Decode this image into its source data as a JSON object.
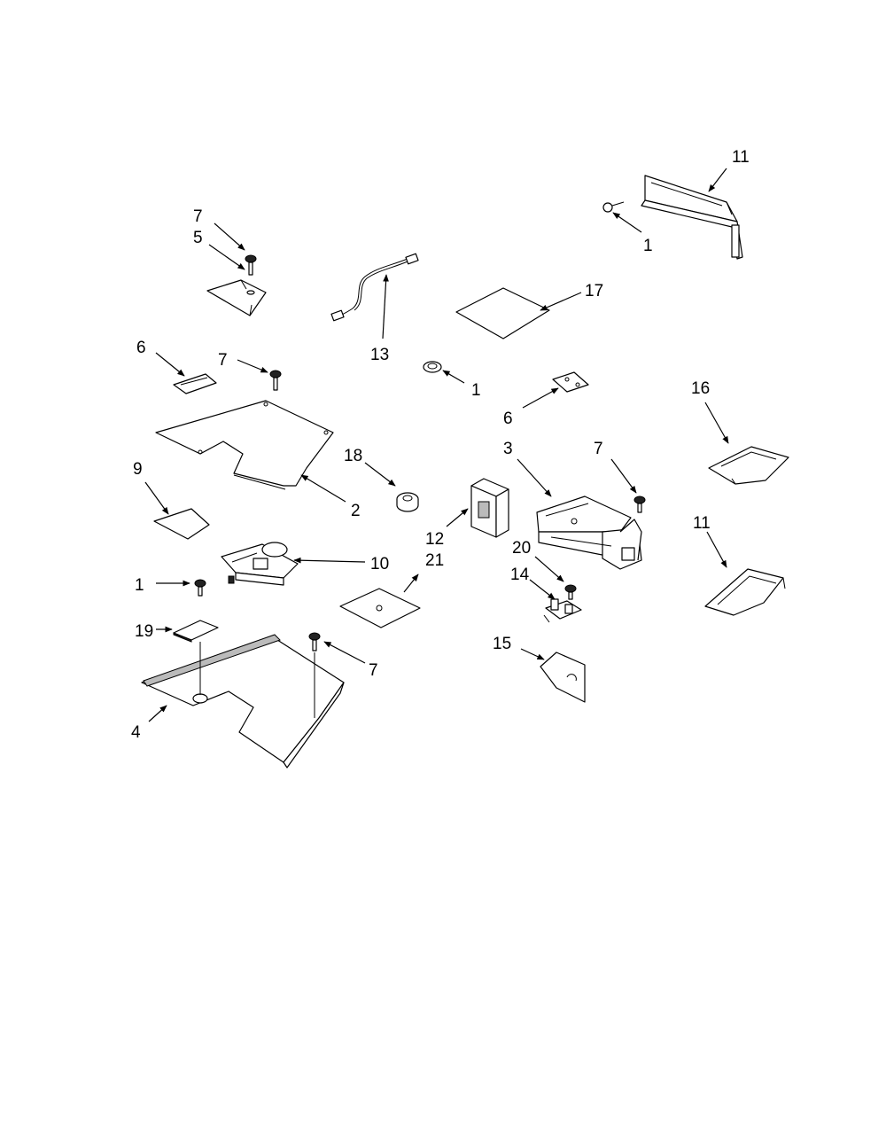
{
  "callouts": [
    {
      "id": "c11a",
      "text": "11"
    },
    {
      "id": "c1a",
      "text": "1"
    },
    {
      "id": "c7a",
      "text": "7"
    },
    {
      "id": "c5",
      "text": "5"
    },
    {
      "id": "c13",
      "text": "13"
    },
    {
      "id": "c17",
      "text": "17"
    },
    {
      "id": "c6a",
      "text": "6"
    },
    {
      "id": "c7b",
      "text": "7"
    },
    {
      "id": "c1b",
      "text": "1"
    },
    {
      "id": "c6b",
      "text": "6"
    },
    {
      "id": "c16",
      "text": "16"
    },
    {
      "id": "c18",
      "text": "18"
    },
    {
      "id": "c3",
      "text": "3"
    },
    {
      "id": "c7c",
      "text": "7"
    },
    {
      "id": "c9",
      "text": "9"
    },
    {
      "id": "c2",
      "text": "2"
    },
    {
      "id": "c12",
      "text": "12"
    },
    {
      "id": "c21",
      "text": "21"
    },
    {
      "id": "c11b",
      "text": "11"
    },
    {
      "id": "c10",
      "text": "10"
    },
    {
      "id": "c20",
      "text": "20"
    },
    {
      "id": "c14",
      "text": "14"
    },
    {
      "id": "c1c",
      "text": "1"
    },
    {
      "id": "c19",
      "text": "19"
    },
    {
      "id": "c7d",
      "text": "7"
    },
    {
      "id": "c15",
      "text": "15"
    },
    {
      "id": "c4",
      "text": "4"
    }
  ]
}
